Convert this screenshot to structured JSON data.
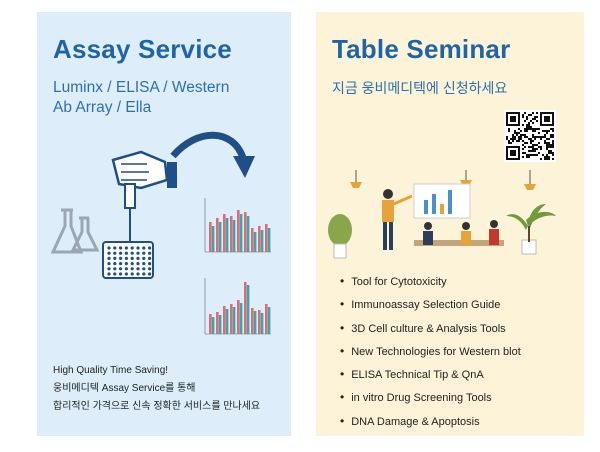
{
  "assay": {
    "title": "Assay Service",
    "subtitle_line1": "Luminx / ELISA / Western",
    "subtitle_line2": "Ab Array / Ella",
    "footer": [
      "High Quality Time Saving!",
      "웅비메디텍 Assay Service를 통해",
      "합리적인 가격으로 신속 정확한 서비스를 만나세요"
    ]
  },
  "seminar": {
    "title": "Table Seminar",
    "subtitle": "지금 웅비메디텍에 신청하세요",
    "topics": [
      "Tool for Cytotoxicity",
      "Immunoassay Selection Guide",
      "3D Cell culture & Analysis Tools",
      "New Technologies for Western blot",
      "ELISA Technical Tip & QnA",
      "in vitro Drug Screening Tools",
      "DNA Damage & Apoptosis"
    ]
  },
  "colors": {
    "left_bg": "#ddeefa",
    "right_bg": "#fdf3d8",
    "title_blue": "#1f65a6",
    "bar_red": "#e06b74",
    "bar_teal": "#3aa8a8"
  }
}
